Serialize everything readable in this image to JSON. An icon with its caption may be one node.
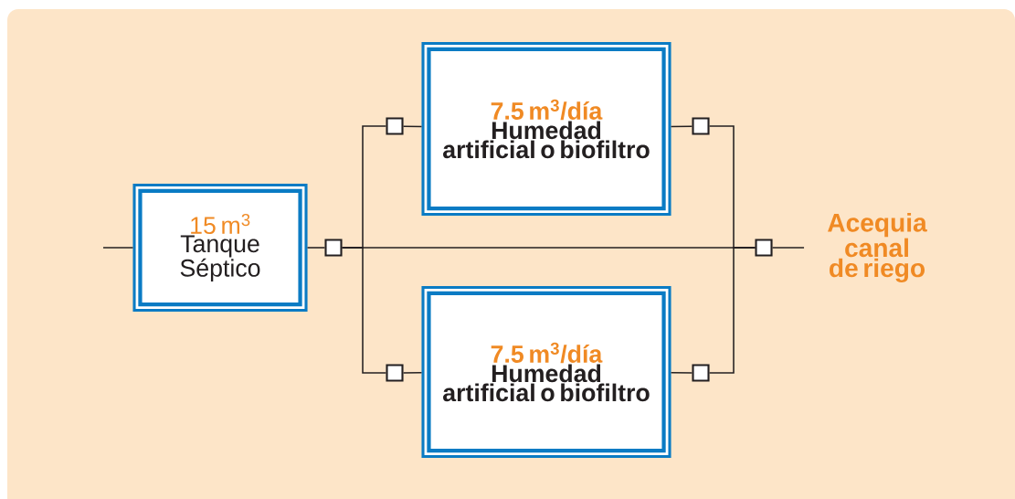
{
  "diagram": {
    "nodes": [
      {
        "text": [
          "15 m$^{3}$",
          "Tanque Séptico"
        ]
      },
      {
        "text": [
          "7.5 m$^{3}$/**día**",
          "Humedad artificial o biofiltro"
        ]
      },
      {
        "text": [
          "7.5 m$^{3}$/**día**",
          "Humedad artificial o biofiltro"
        ]
      },
      {
        "text": [
          "Acequia canal de riego"
        ]
      },
      {
        "text": [],
        "shape": "box"
      },
      {
        "text": [],
        "shape": "box"
      },
      {
        "text": [],
        "shape": "box"
      },
      {
        "text": [],
        "shape": "box"
      },
      {
        "text": [],
        "shape": "box"
      },
      {
        "text": [],
        "shape": "box"
      }
    ],
    "edges": [
      {
        "from": null,
        "to": 0,
        "arrow": "none"
      },
      {
        "from": 0,
        "to": 4,
        "arrow": "none"
      },
      {
        "from": 4,
        "to": 5,
        "arrow": "none"
      },
      {
        "from": 4,
        "to": 6,
        "arrow": "none"
      },
      {
        "from": 5,
        "to": 1,
        "arrow": "none"
      },
      {
        "from": 6,
        "to": 2,
        "arrow": "none"
      },
      {
        "from": 1,
        "to": 7,
        "arrow": "none"
      },
      {
        "from": 2,
        "to": 8,
        "arrow": "none"
      },
      {
        "from": 7,
        "to": 9,
        "arrow": "none"
      },
      {
        "from": 8,
        "to": 9,
        "arrow": "none"
      },
      {
        "from": 4,
        "to": 9,
        "arrow": "none"
      },
      {
        "from": 9,
        "to": 3,
        "arrow": "none"
      }
    ]
  }
}
